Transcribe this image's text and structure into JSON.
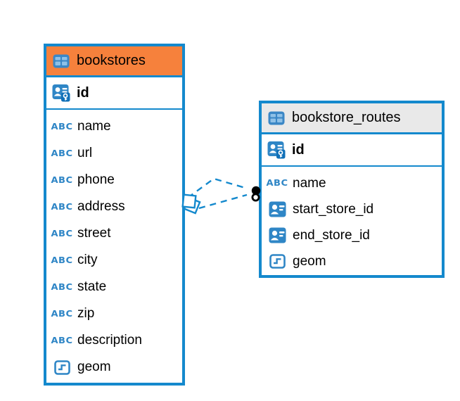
{
  "diagram": {
    "type": "entity-relationship-diagram",
    "abc_icon_text": "ABC",
    "tables": [
      {
        "name": "bookstores",
        "header_color": "#F6813C",
        "primary_key": "id",
        "columns": [
          {
            "name": "name",
            "type": "text"
          },
          {
            "name": "url",
            "type": "text"
          },
          {
            "name": "phone",
            "type": "text"
          },
          {
            "name": "address",
            "type": "text"
          },
          {
            "name": "street",
            "type": "text"
          },
          {
            "name": "city",
            "type": "text"
          },
          {
            "name": "state",
            "type": "text"
          },
          {
            "name": "zip",
            "type": "text"
          },
          {
            "name": "description",
            "type": "text"
          },
          {
            "name": "geom",
            "type": "geometry"
          }
        ]
      },
      {
        "name": "bookstore_routes",
        "header_color": "#E9E9E9",
        "primary_key": "id",
        "columns": [
          {
            "name": "name",
            "type": "text"
          },
          {
            "name": "start_store_id",
            "type": "reference"
          },
          {
            "name": "end_store_id",
            "type": "reference"
          },
          {
            "name": "geom",
            "type": "geometry"
          }
        ]
      }
    ],
    "relationship": {
      "from_table": "bookstore_routes",
      "to_table": "bookstores",
      "line_style": "dashed",
      "end_markers": [
        "stacked-squares",
        "double-dot"
      ]
    },
    "colors": {
      "accent_blue": "#1489CD",
      "icon_blue": "#2F86C6",
      "icon_blue_dark": "#1070B8",
      "bookstores_header": "#F6813C",
      "routes_header": "#E9E9E9",
      "text": "#000000"
    }
  }
}
